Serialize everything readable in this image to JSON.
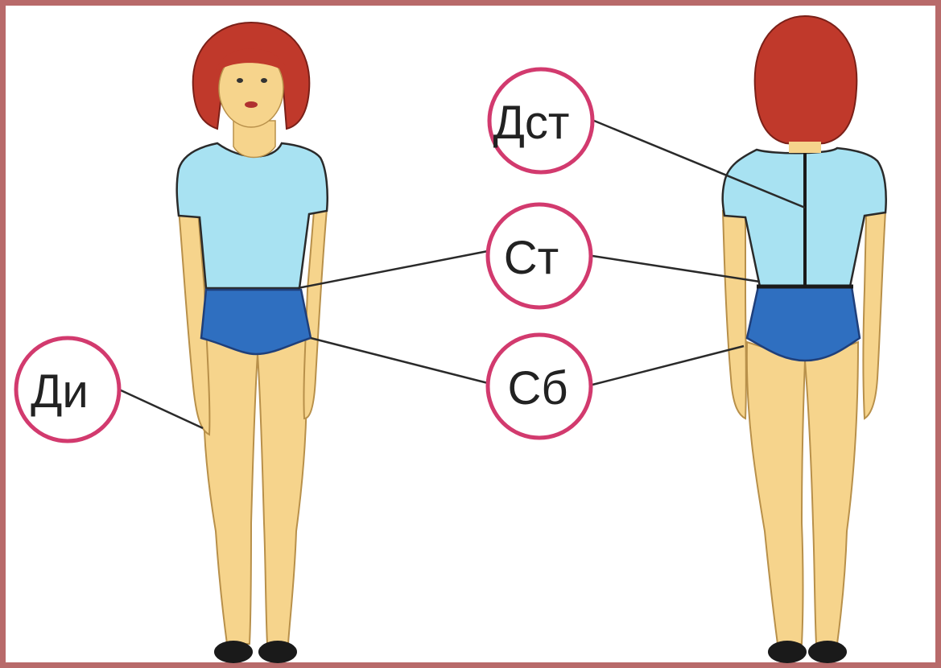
{
  "labels": {
    "dst": "Дст",
    "st": "Ст",
    "sb": "Сб",
    "di": "Ди"
  },
  "colors": {
    "frame": "#b86a6a",
    "circle": "#d23a6e",
    "shirt": "#a8e2f2",
    "shorts": "#2f6fc0",
    "skin": "#f6d48c",
    "hair": "#c0392b",
    "shoes": "#1a1a1a"
  }
}
